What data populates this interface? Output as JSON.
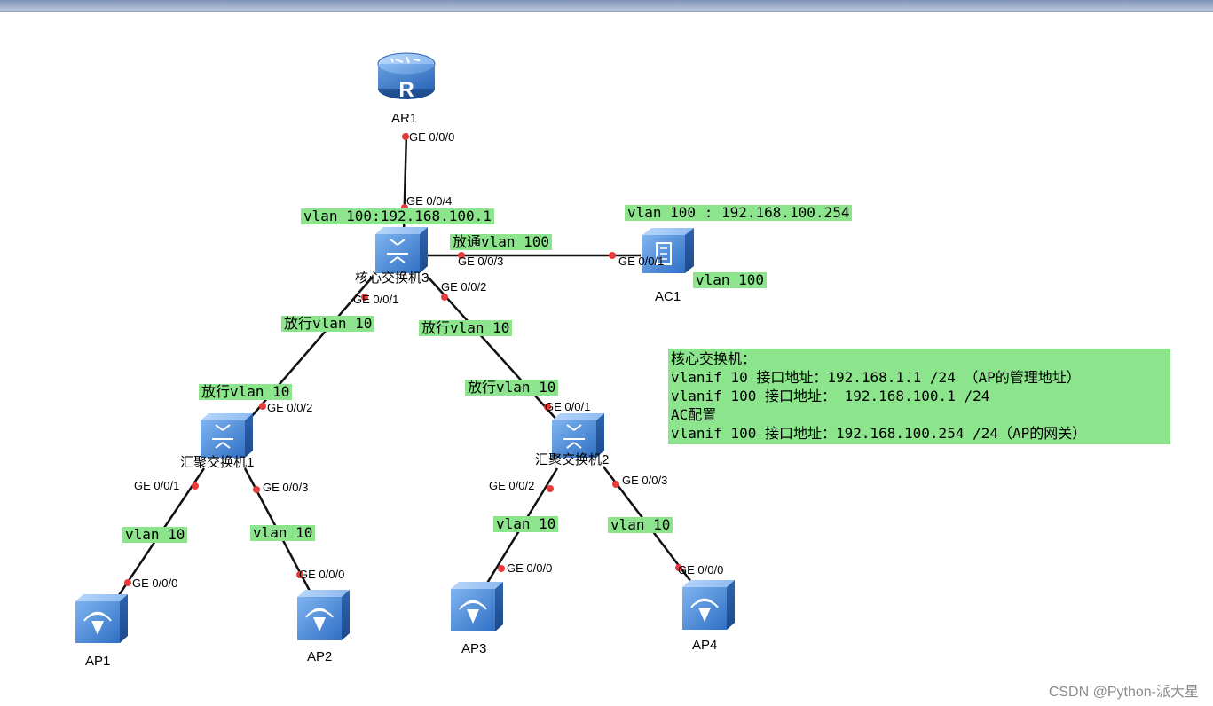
{
  "devices": {
    "ar1": "AR1",
    "core": "核心交换机3",
    "ac1": "AC1",
    "agg1": "汇聚交换机1",
    "agg2": "汇聚交换机2",
    "ap1": "AP1",
    "ap2": "AP2",
    "ap3": "AP3",
    "ap4": "AP4"
  },
  "router_glyph": "R",
  "ports": {
    "ar1_ge000": "GE 0/0/0",
    "core_ge004": "GE 0/0/4",
    "core_ge003": "GE 0/0/3",
    "ac1_ge001": "GE 0/0/1",
    "core_ge002": "GE 0/0/2",
    "core_ge001": "GE 0/0/1",
    "agg1_ge002": "GE 0/0/2",
    "agg1_ge001": "GE 0/0/1",
    "agg1_ge003": "GE 0/0/3",
    "agg2_ge001": "GE 0/0/1",
    "agg2_ge002": "GE 0/0/2",
    "agg2_ge003": "GE 0/0/3",
    "ap1_ge000": "GE 0/0/0",
    "ap2_ge000": "GE 0/0/0",
    "ap3_ge000": "GE 0/0/0",
    "ap4_ge000": "GE 0/0/0"
  },
  "labels": {
    "core_vlan100": "vlan 100:192.168.100.1",
    "ac_vlan100_ip": "vlan 100 : 192.168.100.254",
    "pass_vlan100": "放通vlan 100",
    "ac_vlan100": "vlan 100",
    "pass_vlan10_left": "放行vlan 10",
    "pass_vlan10_right": "放行vlan 10",
    "pass_vlan10_agg1": "放行vlan 10",
    "pass_vlan10_agg2": "放行vlan 10",
    "ap1_vlan": "vlan 10",
    "ap2_vlan": "vlan 10",
    "ap3_vlan": "vlan 10",
    "ap4_vlan": "vlan 10"
  },
  "note": {
    "line1": "核心交换机：",
    "line2": "vlanif 10 接口地址：192.168.1.1 /24  （AP的管理地址）",
    "line3": "vlanif 100 接口地址： 192.168.100.1 /24",
    "line4": "AC配置",
    "line5": "vlanif 100 接口地址：192.168.100.254 /24（AP的网关）"
  },
  "colors": {
    "label_bg": "#8ce58c",
    "port_dot": "#e83b3b",
    "link": "#111111",
    "device_blue": "#4a86d4"
  },
  "watermark": "CSDN @Python-派大星"
}
